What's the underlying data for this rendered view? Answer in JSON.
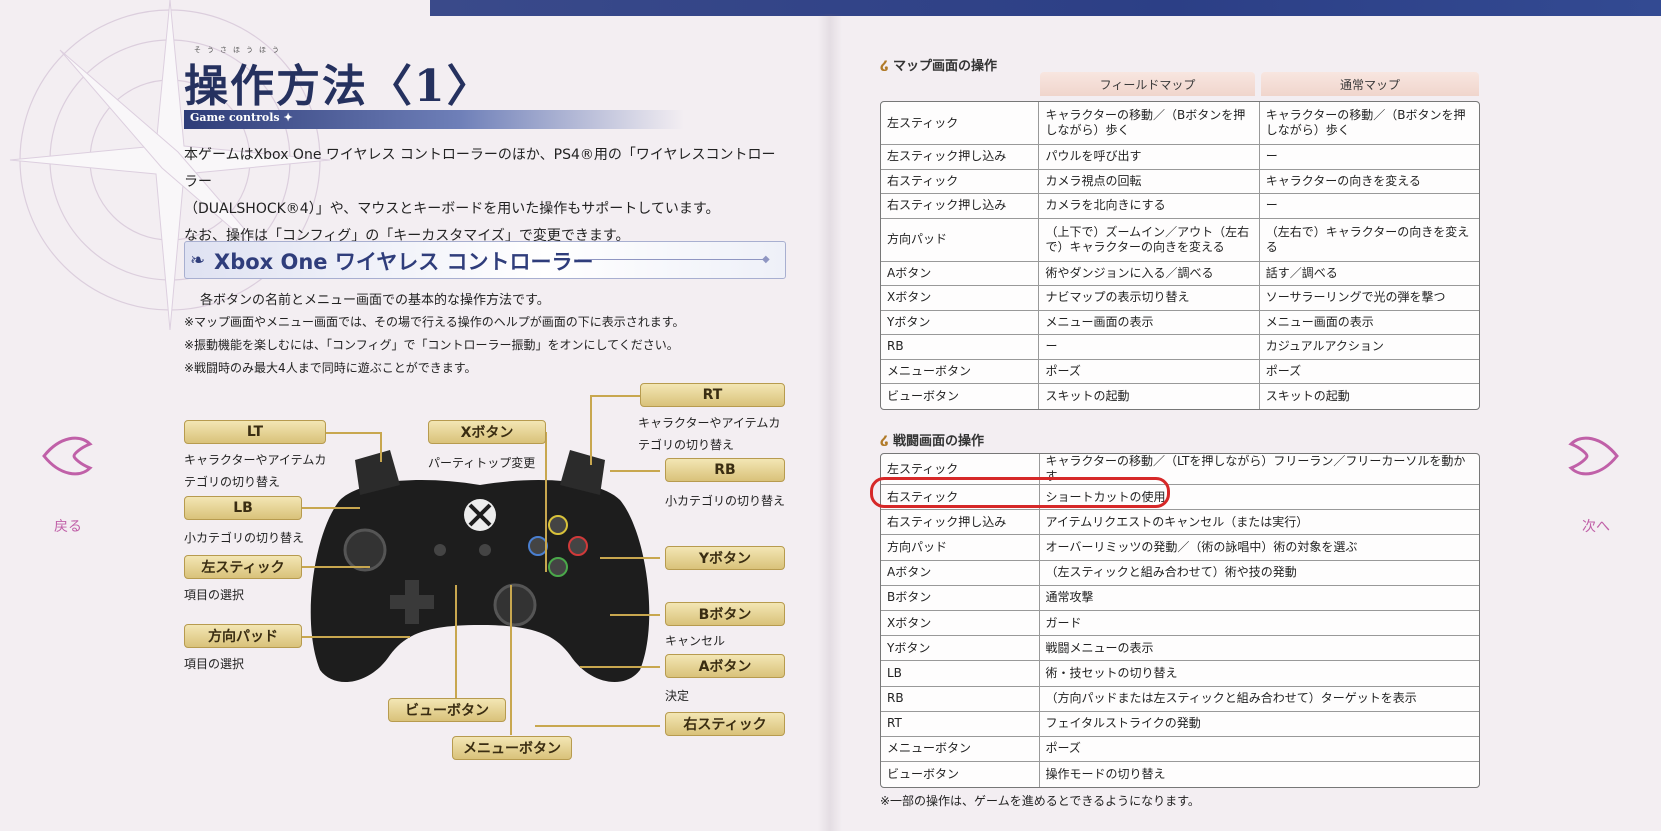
{
  "page_title": "操作方法〈1〉",
  "title_ruby": "そうさほうほう",
  "subtitle": "Game controls",
  "intro": [
    "本ゲームはXbox One ワイヤレス コントローラーのほか、PS4®用の「ワイヤレスコントローラー",
    "（DUALSHOCK®4）」や、マウスとキーボードを用いた操作もサポートしています。",
    "なお、操作は「コンフィグ」の「キーカスタマイズ」で変更できます。"
  ],
  "section_title": "Xbox One ワイヤレス コントローラー",
  "section_body": [
    "各ボタンの名前とメニュー画面での基本的な操作方法です。",
    "※マップ画面やメニュー画面では、その場で行える操作のヘルプが画面の下に表示されます。",
    "※振動機能を楽しむには、「コンフィグ」で「コントローラー振動」をオンにしてください。",
    "※戦闘時のみ最大4人まで同時に遊ぶことができます。"
  ],
  "controller_labels": {
    "lt": "LT",
    "lt_desc_1": "キャラクターやアイテムカ",
    "lt_desc_2": "テゴリの切り替え",
    "lb": "LB",
    "lb_desc": "小カテゴリの切り替え",
    "left_stick": "左スティック",
    "left_stick_desc": "項目の選択",
    "dpad": "方向パッド",
    "dpad_desc": "項目の選択",
    "x_button": "Xボタン",
    "x_desc": "パーティトップ変更",
    "view_button": "ビューボタン",
    "menu_button": "メニューボタン",
    "rt": "RT",
    "rt_desc_1": "キャラクターやアイテムカ",
    "rt_desc_2": "テゴリの切り替え",
    "rb": "RB",
    "rb_desc": "小カテゴリの切り替え",
    "y_button": "Yボタン",
    "b_button": "Bボタン",
    "b_desc": "キャンセル",
    "a_button": "Aボタン",
    "a_desc": "決定",
    "right_stick": "右スティック"
  },
  "nav": {
    "back": "戻る",
    "next": "次へ"
  },
  "map_section": {
    "title": "マップ画面の操作",
    "col_field": "フィールドマップ",
    "col_normal": "通常マップ",
    "rows": [
      {
        "key": "左スティック",
        "field": "キャラクターの移動／（Bボタンを押しながら）歩く",
        "normal": "キャラクターの移動／（Bボタンを押しながら）歩く"
      },
      {
        "key": "左スティック押し込み",
        "field": "パウルを呼び出す",
        "normal": "ー"
      },
      {
        "key": "右スティック",
        "field": "カメラ視点の回転",
        "normal": "キャラクターの向きを変える"
      },
      {
        "key": "右スティック押し込み",
        "field": "カメラを北向きにする",
        "normal": "ー"
      },
      {
        "key": "方向パッド",
        "field": "（上下で）ズームイン／アウト（左右で）キャラクターの向きを変える",
        "normal": "（左右で）キャラクターの向きを変える"
      },
      {
        "key": "Aボタン",
        "field": "術やダンジョンに入る／調べる",
        "normal": "話す／調べる"
      },
      {
        "key": "Xボタン",
        "field": "ナビマップの表示切り替え",
        "normal": "ソーサラーリングで光の弾を撃つ"
      },
      {
        "key": "Yボタン",
        "field": "メニュー画面の表示",
        "normal": "メニュー画面の表示"
      },
      {
        "key": "RB",
        "field": "ー",
        "normal": "カジュアルアクション"
      },
      {
        "key": "メニューボタン",
        "field": "ポーズ",
        "normal": "ポーズ"
      },
      {
        "key": "ビューボタン",
        "field": "スキットの起動",
        "normal": "スキットの起動"
      }
    ]
  },
  "battle_section": {
    "title": "戦闘画面の操作",
    "rows": [
      {
        "key": "左スティック",
        "value": "キャラクターの移動／（LTを押しながら）フリーラン／フリーカーソルを動かす"
      },
      {
        "key": "右スティック",
        "value": "ショートカットの使用"
      },
      {
        "key": "右スティック押し込み",
        "value": "アイテムリクエストのキャンセル（または実行）"
      },
      {
        "key": "方向パッド",
        "value": "オーバーリミッツの発動／（術の詠唱中）術の対象を選ぶ"
      },
      {
        "key": "Aボタン",
        "value": "（左スティックと組み合わせて）術や技の発動"
      },
      {
        "key": "Bボタン",
        "value": "通常攻撃"
      },
      {
        "key": "Xボタン",
        "value": "ガード"
      },
      {
        "key": "Yボタン",
        "value": "戦闘メニューの表示"
      },
      {
        "key": "LB",
        "value": "術・技セットの切り替え"
      },
      {
        "key": "RB",
        "value": "（方向パッドまたは左スティックと組み合わせて）ターゲットを表示"
      },
      {
        "key": "RT",
        "value": "フェイタルストライクの発動"
      },
      {
        "key": "メニューボタン",
        "value": "ポーズ"
      },
      {
        "key": "ビューボタン",
        "value": "操作モードの切り替え"
      }
    ]
  },
  "footnote": "※一部の操作は、ゲームを進めるとできるようになります。"
}
